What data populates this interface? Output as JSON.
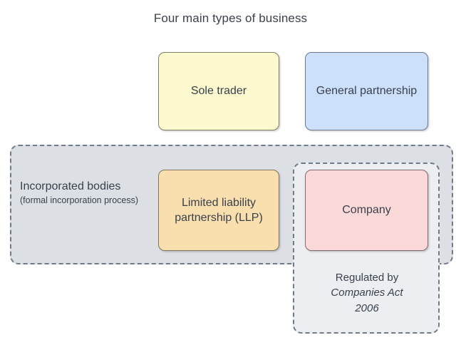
{
  "diagram": {
    "title": "Four main types of business",
    "type": "classification-diagram"
  },
  "groups": [
    {
      "id": "incorporated-bodies",
      "label": "Incorporated bodies",
      "sublabel": "(formal incorporation process)",
      "border_style": "dashed",
      "fill_color": "#dcdfe4",
      "border_color": "#707b8a"
    },
    {
      "id": "regulated-by-companies-act",
      "caption_line1": "Regulated by",
      "caption_line2": "Companies Act",
      "caption_line3": "2006",
      "caption_emphasis": "italic",
      "border_style": "dashed",
      "fill_color": "#eceef1",
      "border_color": "#707b8a"
    }
  ],
  "entities": [
    {
      "id": "sole-trader",
      "label": "Sole trader",
      "fill_color": "#fcf9cf",
      "border_color": "#7d7f63",
      "incorporated": false
    },
    {
      "id": "general-partnership",
      "label": "General partnership",
      "fill_color": "#cde0fb",
      "border_color": "#6b7a90",
      "incorporated": false
    },
    {
      "id": "limited-liability-partnership",
      "label": "Limited liability partnership (LLP)",
      "fill_color": "#fadfae",
      "border_color": "#7f7560",
      "incorporated": true
    },
    {
      "id": "company",
      "label": "Company",
      "fill_color": "#fcd9d9",
      "border_color": "#7e6b6f",
      "incorporated": true
    }
  ],
  "colors": {
    "background": "#ffffff",
    "text": "#39414d",
    "group_border": "#707b8a"
  }
}
